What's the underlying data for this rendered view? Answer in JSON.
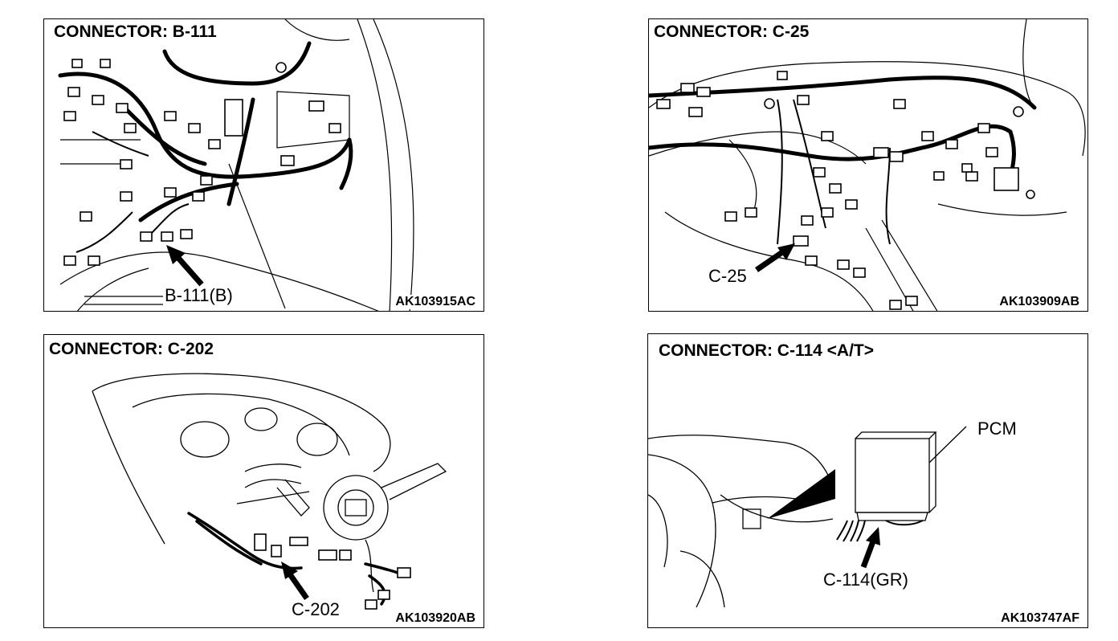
{
  "panels": [
    {
      "title": "CONNECTOR: B-111",
      "callout": "B-111(B)",
      "code": "AK103915AC"
    },
    {
      "title": "CONNECTOR: C-25",
      "callout": "C-25",
      "code": "AK103909AB"
    },
    {
      "title": "CONNECTOR: C-202",
      "callout": "C-202",
      "code": "AK103920AB"
    },
    {
      "title": "CONNECTOR: C-114 <A/T>",
      "callout": "C-114(GR)",
      "extra_label": "PCM",
      "code": "AK103747AF"
    }
  ]
}
